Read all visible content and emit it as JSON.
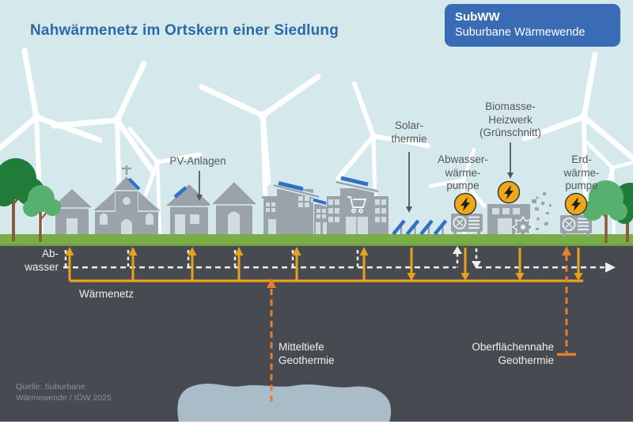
{
  "header": {
    "title": "Nahwärmenetz im Ortskern einer Siedlung",
    "logo_title": "SubWW",
    "logo_subtitle": "Suburbane Wärmewende"
  },
  "scene_labels": {
    "pv": "PV-Anlagen",
    "solar": "Solar-\nthermie",
    "abwasser_wp": "Abwasser-\nwärme-\npumpe",
    "biomasse": "Biomasse-\nHeizwerk\n(Grünschnitt)",
    "erd_wp": "Erd-\nwärme-\npumpe"
  },
  "underground_labels": {
    "abwasser": "Ab-\nwasser",
    "waermenetz": "Wärmenetz",
    "mitteltiefe": "Mitteltiefe\nGeothermie",
    "oberflaechennahe": "Oberflächennahe\nGeothermie"
  },
  "source": "Quelle: Suburbane\nWärmewende / IÖW 2025",
  "icons": {
    "energy_badge": "lightning-bolt-icon"
  },
  "colors": {
    "title_blue": "#2b6aa5",
    "logo_blue": "#3a6cb5",
    "label_gray": "#54575b",
    "underground_label": "#f3f0e9",
    "source_gray": "#8a9198",
    "sky": "#d5e8ec",
    "grass": "#7aad47",
    "underground": "#474b51",
    "heat_network_orange": "#e8a11b",
    "geothermal_orange": "#e67e2d",
    "wastewater_white": "#f2efe7",
    "pv_blue": "#2f71c8",
    "building_gray": "#9aa3ab",
    "window_light": "#cfdde1",
    "energy_badge_amber": "#f0a818",
    "aquifer_blue_gray": "#a9bcc8",
    "tree_dark_green": "#1f7c39",
    "tree_light_green": "#58b06e",
    "trunk_brown": "#8a5a3c"
  }
}
